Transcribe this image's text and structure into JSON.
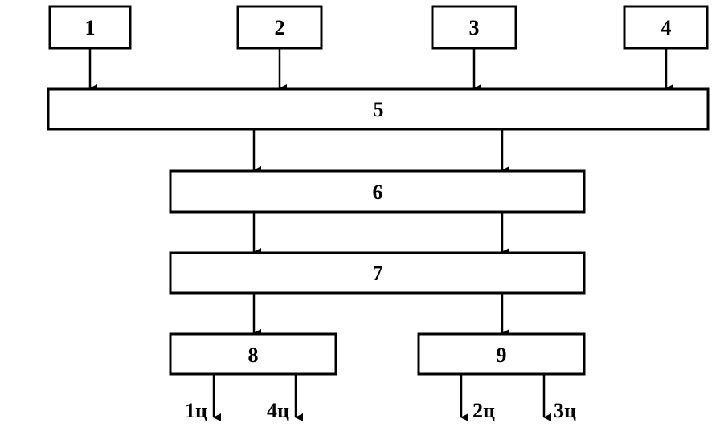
{
  "blocks": {
    "b1": "1",
    "b2": "2",
    "b3": "3",
    "b4": "4",
    "b5": "5",
    "b6": "6",
    "b7": "7",
    "b8": "8",
    "b9": "9"
  },
  "outputs": {
    "o1": "1ц",
    "o4": "4ц",
    "o2": "2ц",
    "o3": "3ц"
  }
}
